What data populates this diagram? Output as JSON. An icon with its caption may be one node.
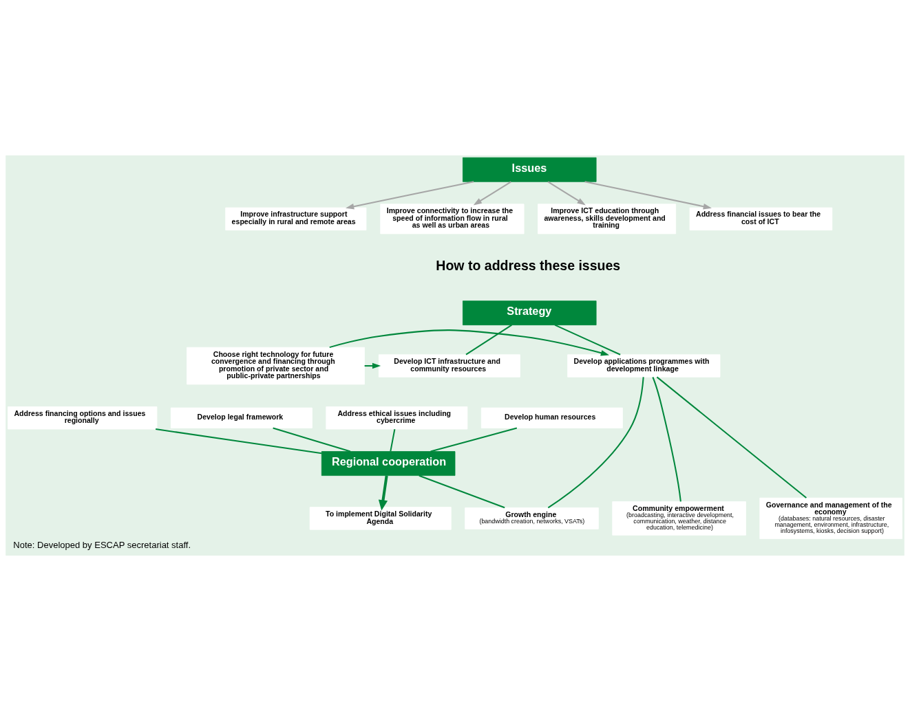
{
  "diagram": {
    "caption": "Note: Developed by ESCAP secretariat staff.",
    "nodes": [
      {
        "text": [
          "Issues"
        ]
      },
      {
        "text": [
          "Improve infrastructure support especially in rural and remote areas"
        ]
      },
      {
        "text": [
          "Improve connectivity to increase the speed of information flow in rural as well as urban areas"
        ]
      },
      {
        "text": [
          "Improve ICT education through awareness, skills development and training"
        ]
      },
      {
        "text": [
          "Address financial issues to bear the cost of ICT"
        ]
      },
      {
        "text": [
          "Strategy"
        ]
      },
      {
        "text": [
          "Develop ICT infrastructure and community resources"
        ]
      },
      {
        "text": [
          "Choose right technology for future convergence and financing through promotion of private sector and public-private partnerships"
        ]
      },
      {
        "text": [
          "Develop applications programmes with development linkage"
        ]
      },
      {
        "text": [
          "Address ethical issues including cybercrime"
        ]
      },
      {
        "text": [
          "Develop legal framework"
        ]
      },
      {
        "text": [
          "Develop human resources"
        ]
      },
      {
        "text": [
          "Address financing options and issues regionally"
        ]
      },
      {
        "text": [
          "Regional cooperation"
        ]
      },
      {
        "text": [
          "To implement Digital Solidarity Agenda"
        ]
      },
      {
        "text": [
          "Community empowerment",
          "(broadcasting, interactive development, communication, weather, distance education, telemedicine)"
        ]
      },
      {
        "text": [
          "Growth engine",
          "(bandwidth creation, networks, VSATs)"
        ]
      },
      {
        "text": [
          "Governance and management of the economy",
          "(databases: natural resources, disaster management, environment, infrastructure, infosystems, kiosks, decision support)"
        ]
      }
    ],
    "edges": [
      {
        "from": 0,
        "to": 1,
        "arrow": "to",
        "color": "#a6a6a6"
      },
      {
        "from": 0,
        "to": 2,
        "arrow": "to",
        "color": "#a6a6a6"
      },
      {
        "from": 0,
        "to": 3,
        "arrow": "to",
        "color": "#a6a6a6"
      },
      {
        "from": 0,
        "to": 4,
        "arrow": "to",
        "color": "#a6a6a6"
      },
      {
        "from": 5,
        "to": 6,
        "arrow": "none"
      },
      {
        "from": 5,
        "to": 8,
        "arrow": "none"
      },
      {
        "from": 7,
        "to": 6,
        "arrow": "to"
      },
      {
        "from": 7,
        "to": 8,
        "arrow": "to"
      },
      {
        "from": 9,
        "to": 13,
        "arrow": "none"
      },
      {
        "from": 10,
        "to": 13,
        "arrow": "none"
      },
      {
        "from": 11,
        "to": 13,
        "arrow": "none"
      },
      {
        "from": 12,
        "to": 13,
        "arrow": "none"
      },
      {
        "from": 8,
        "to": 15,
        "arrow": "none"
      },
      {
        "from": 8,
        "to": 16,
        "arrow": "none"
      },
      {
        "from": 8,
        "to": 17,
        "arrow": "none"
      },
      {
        "from": 13,
        "to": 16,
        "arrow": "none"
      },
      {
        "from": 13,
        "to": 14,
        "arrow": "to",
        "style": "thick"
      }
    ],
    "labels": [
      "How to address these issues"
    ]
  }
}
